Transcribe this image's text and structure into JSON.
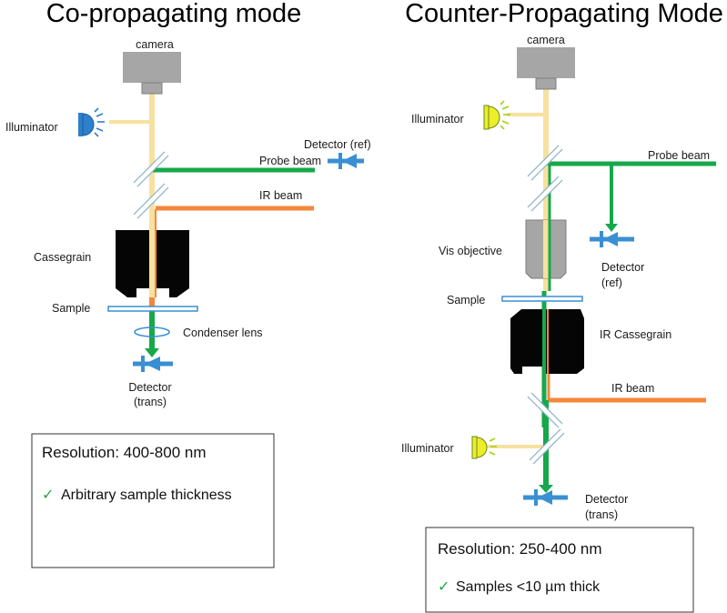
{
  "colors": {
    "visible_beam": "#f7e1a0",
    "probe_beam": "#17a84a",
    "ir_beam": "#f4873a",
    "detector": "#3a8fd2",
    "illuminator_blue": "#2e7fcc",
    "illuminator_yellow": "#eded2a",
    "camera": "#a6a6a6",
    "objective_black": "#050505",
    "check": "#1fa84a"
  },
  "left": {
    "title": "Co-propagating mode",
    "camera": "camera",
    "illuminator": "Illuminator",
    "detector_ref": "Detector (ref)",
    "probe_beam": "Probe beam",
    "ir_beam": "IR beam",
    "cassegrain": "Cassegrain",
    "sample": "Sample",
    "condenser": "Condenser lens",
    "detector_trans_1": "Detector",
    "detector_trans_2": "(trans)",
    "box": {
      "resolution": "Resolution: 400-800 nm",
      "check": "✓",
      "feature": "Arbitrary sample thickness"
    }
  },
  "right": {
    "title": "Counter-Propagating Mode",
    "camera": "camera",
    "illuminator_top": "Illuminator",
    "probe_beam": "Probe beam",
    "vis_objective": "Vis objective",
    "detector_ref_1": "Detector",
    "detector_ref_2": "(ref)",
    "sample": "Sample",
    "ir_cassegrain": "IR Cassegrain",
    "ir_beam": "IR beam",
    "illuminator_bottom": "Illuminator",
    "detector_trans_1": "Detector",
    "detector_trans_2": "(trans)",
    "box": {
      "resolution": "Resolution: 250-400 nm",
      "check": "✓",
      "feature": "Samples <10 µm thick"
    }
  }
}
